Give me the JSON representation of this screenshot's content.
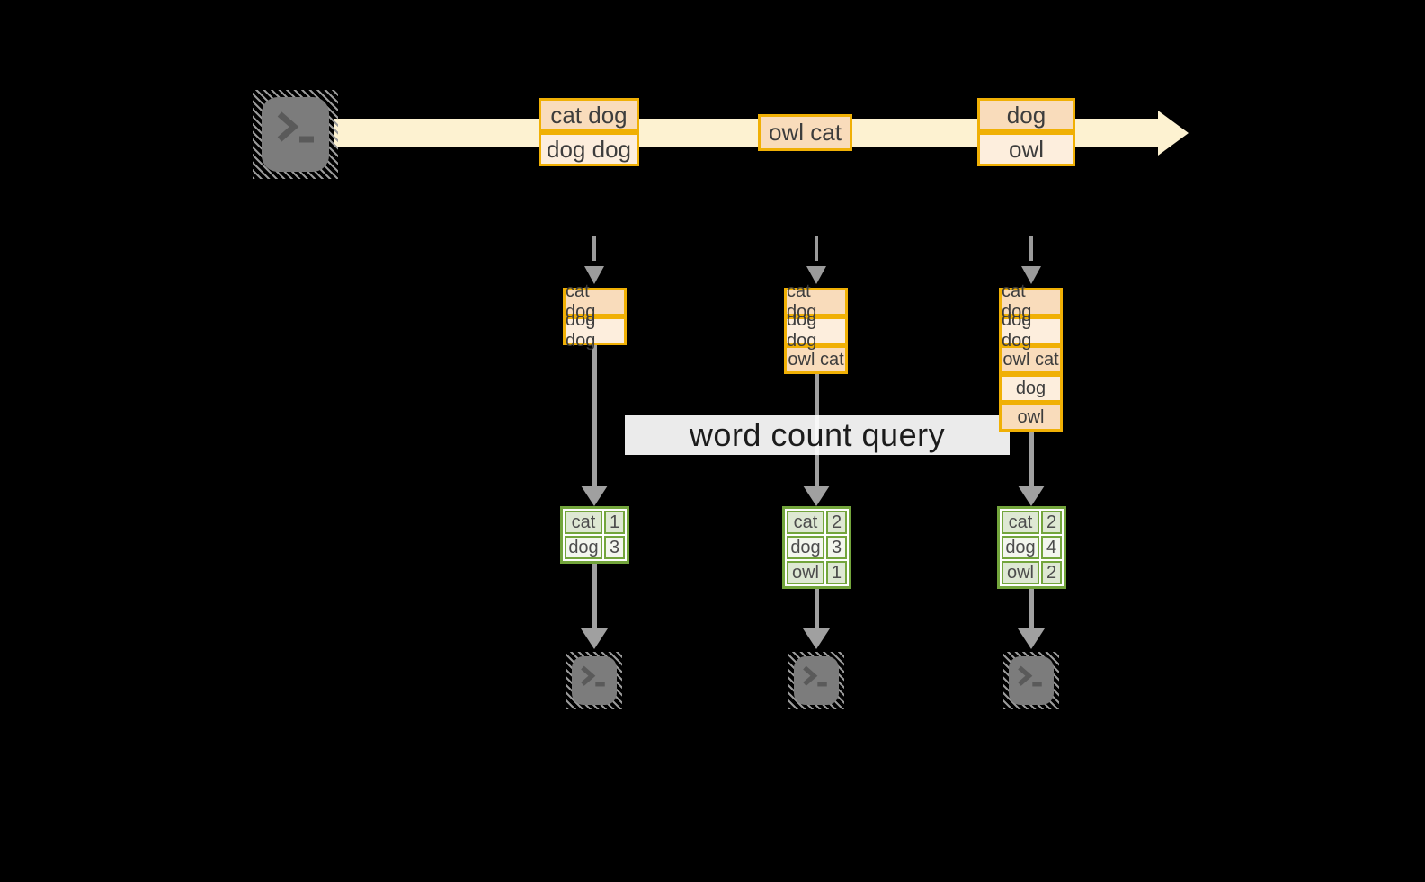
{
  "banner": {
    "label": "word count query"
  },
  "colors": {
    "amber_border": "#f0b005",
    "peach_dark": "#f9dcbb",
    "peach_light": "#fdeedd",
    "stream_band": "#fdf2d1",
    "arrow_gray": "#9e9e9e",
    "green_border": "#73a53c",
    "green_cell_dark": "#dee8d3",
    "green_cell_light": "#f3f6ee",
    "terminal_gray": "#7c7c7c"
  },
  "icons": {
    "source": "terminal-icon",
    "sinks": [
      "terminal-icon",
      "terminal-icon",
      "terminal-icon"
    ]
  },
  "stream": {
    "messages": [
      {
        "lines": [
          "cat dog",
          "dog dog"
        ]
      },
      {
        "lines": [
          "owl cat"
        ]
      },
      {
        "lines": [
          "dog",
          "owl"
        ]
      }
    ]
  },
  "columns": [
    {
      "buffer": [
        "cat dog",
        "dog dog"
      ],
      "counts": [
        {
          "word": "cat",
          "count": "1"
        },
        {
          "word": "dog",
          "count": "3"
        }
      ]
    },
    {
      "buffer": [
        "cat dog",
        "dog dog",
        "owl cat"
      ],
      "counts": [
        {
          "word": "cat",
          "count": "2"
        },
        {
          "word": "dog",
          "count": "3"
        },
        {
          "word": "owl",
          "count": "1"
        }
      ]
    },
    {
      "buffer": [
        "cat dog",
        "dog dog",
        "owl cat",
        "dog",
        "owl"
      ],
      "counts": [
        {
          "word": "cat",
          "count": "2"
        },
        {
          "word": "dog",
          "count": "4"
        },
        {
          "word": "owl",
          "count": "2"
        }
      ]
    }
  ]
}
